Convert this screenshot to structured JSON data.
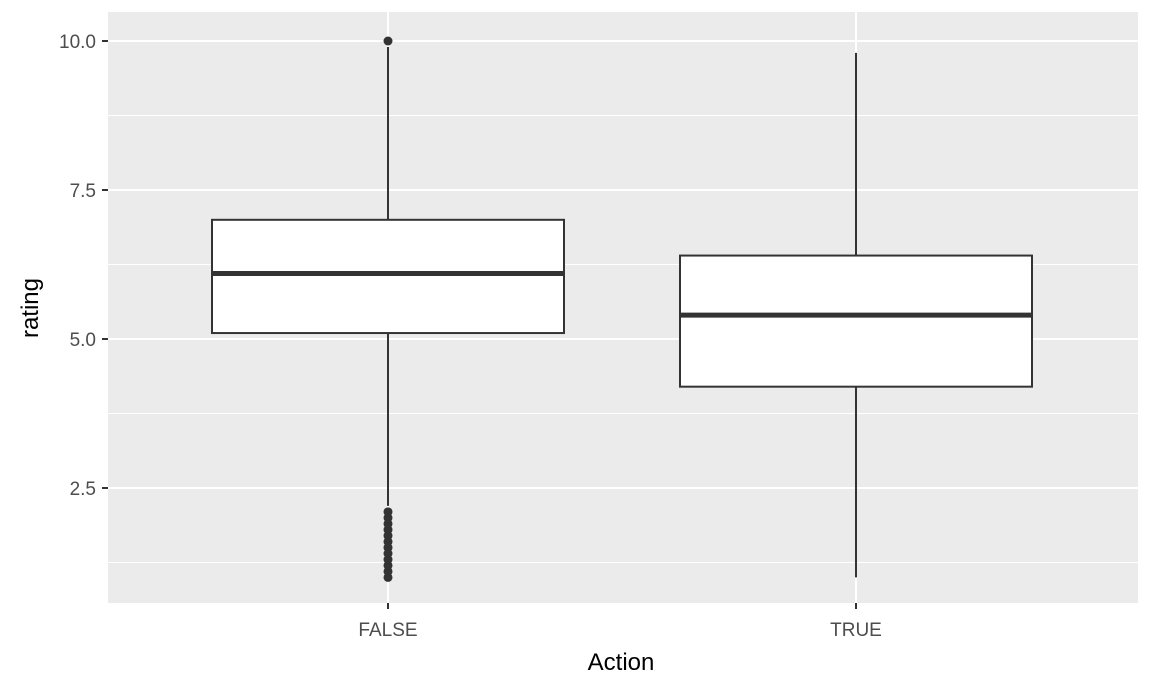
{
  "chart_data": {
    "type": "boxplot",
    "title": "",
    "xlabel": "Action",
    "ylabel": "rating",
    "ylim": [
      0.64,
      10.0
    ],
    "y_ticks": [
      2.5,
      5.0,
      7.5,
      10.0
    ],
    "y_tick_labels": [
      "2.5",
      "5.0",
      "7.5",
      "10.0"
    ],
    "y_minor_ticks": [
      1.25,
      3.75,
      6.25,
      8.75
    ],
    "grid": true,
    "legend": "none",
    "colors": {
      "panel_background": "#ebebeb",
      "grid": "#ffffff",
      "box_fill": "#ffffff",
      "box_stroke": "#333333",
      "outlier": "#333333"
    },
    "categories": [
      "FALSE",
      "TRUE"
    ],
    "boxes": [
      {
        "category": "FALSE",
        "lower_whisker": 2.2,
        "q1": 5.1,
        "median": 6.1,
        "q3": 7.0,
        "upper_whisker": 9.9,
        "outliers": [
          1.0,
          1.1,
          1.2,
          1.3,
          1.4,
          1.5,
          1.6,
          1.7,
          1.8,
          1.9,
          2.0,
          2.1,
          10.0
        ]
      },
      {
        "category": "TRUE",
        "lower_whisker": 1.0,
        "q1": 4.2,
        "median": 5.4,
        "q3": 6.4,
        "upper_whisker": 9.8,
        "outliers": []
      }
    ]
  }
}
